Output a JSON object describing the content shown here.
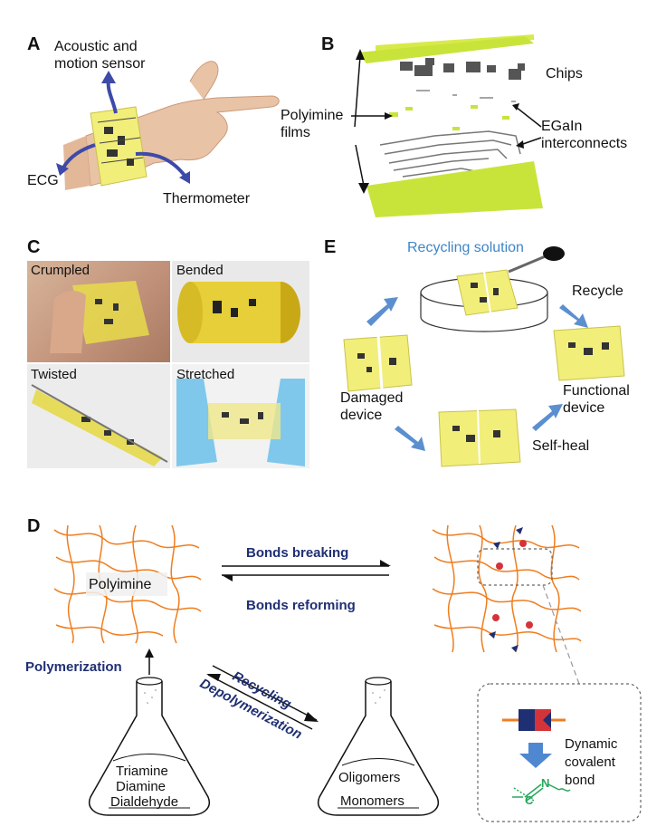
{
  "figure": {
    "panel_a": {
      "letter": "A",
      "acoustic_label": "Acoustic and motion sensor",
      "ecg_label": "ECG",
      "thermometer_label": "Thermometer"
    },
    "panel_b": {
      "letter": "B",
      "chips_label": "Chips",
      "polyimine_label": "Polyimine films",
      "egain_label": "EGaIn interconnects"
    },
    "panel_c": {
      "letter": "C",
      "crumpled": "Crumpled",
      "bended": "Bended",
      "twisted": "Twisted",
      "stretched": "Stretched"
    },
    "panel_e": {
      "letter": "E",
      "recycling_solution": "Recycling solution",
      "recycle": "Recycle",
      "damaged": "Damaged device",
      "functional": "Functional device",
      "self_heal": "Self-heal"
    },
    "panel_d": {
      "letter": "D",
      "polyimine": "Polyimine",
      "bonds_breaking": "Bonds breaking",
      "bonds_reforming": "Bonds reforming",
      "polymerization": "Polymerization",
      "recycling": "Recycling",
      "depolymerization": "Depolymerization",
      "flask_left": [
        "Triamine",
        "Diamine",
        "Dialdehyde"
      ],
      "flask_right": [
        "Oligomers",
        "Monomers"
      ],
      "dynamic_bond": "Dynamic covalent bond",
      "chem_n": "N",
      "chem_c": "C"
    }
  },
  "colors": {
    "device_yellow": "#f2ee7a",
    "film_green": "#c8e43a",
    "network_orange": "#ef7d1f",
    "arrow_blue": "#3e5fa8",
    "title_blue": "#1f2f73",
    "solution_blue": "#3f86c8"
  }
}
